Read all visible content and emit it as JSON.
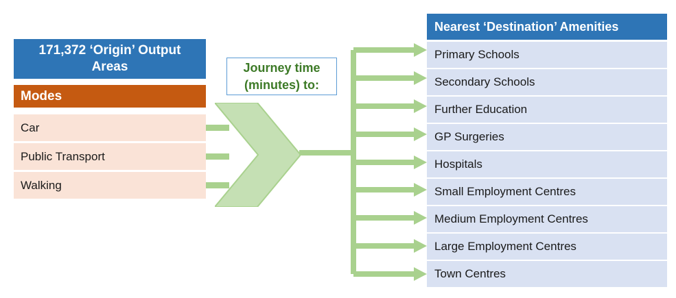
{
  "origin": {
    "title": "171,372 ‘Origin’ Output Areas",
    "modes_header": "Modes",
    "modes": [
      {
        "label": "Car"
      },
      {
        "label": "Public Transport"
      },
      {
        "label": "Walking"
      }
    ]
  },
  "connector": {
    "callout_line1": "Journey time",
    "callout_line2": "(minutes) to:",
    "chevron_name": "chevron-right-arrow"
  },
  "destination": {
    "header": "Nearest ‘Destination’ Amenities",
    "amenities": [
      {
        "label": "Primary Schools"
      },
      {
        "label": "Secondary Schools"
      },
      {
        "label": "Further Education"
      },
      {
        "label": "GP Surgeries"
      },
      {
        "label": "Hospitals"
      },
      {
        "label": "Small Employment Centres"
      },
      {
        "label": "Medium Employment Centres"
      },
      {
        "label": "Large Employment Centres"
      },
      {
        "label": "Town Centres"
      }
    ]
  },
  "colors": {
    "blue": "#2E75B6",
    "orange": "#C55A11",
    "peach": "#FAE3D7",
    "light_blue": "#D9E1F2",
    "green": "#A9D18E",
    "green_text": "#3D7A27",
    "callout_border": "#5B9BD5"
  }
}
